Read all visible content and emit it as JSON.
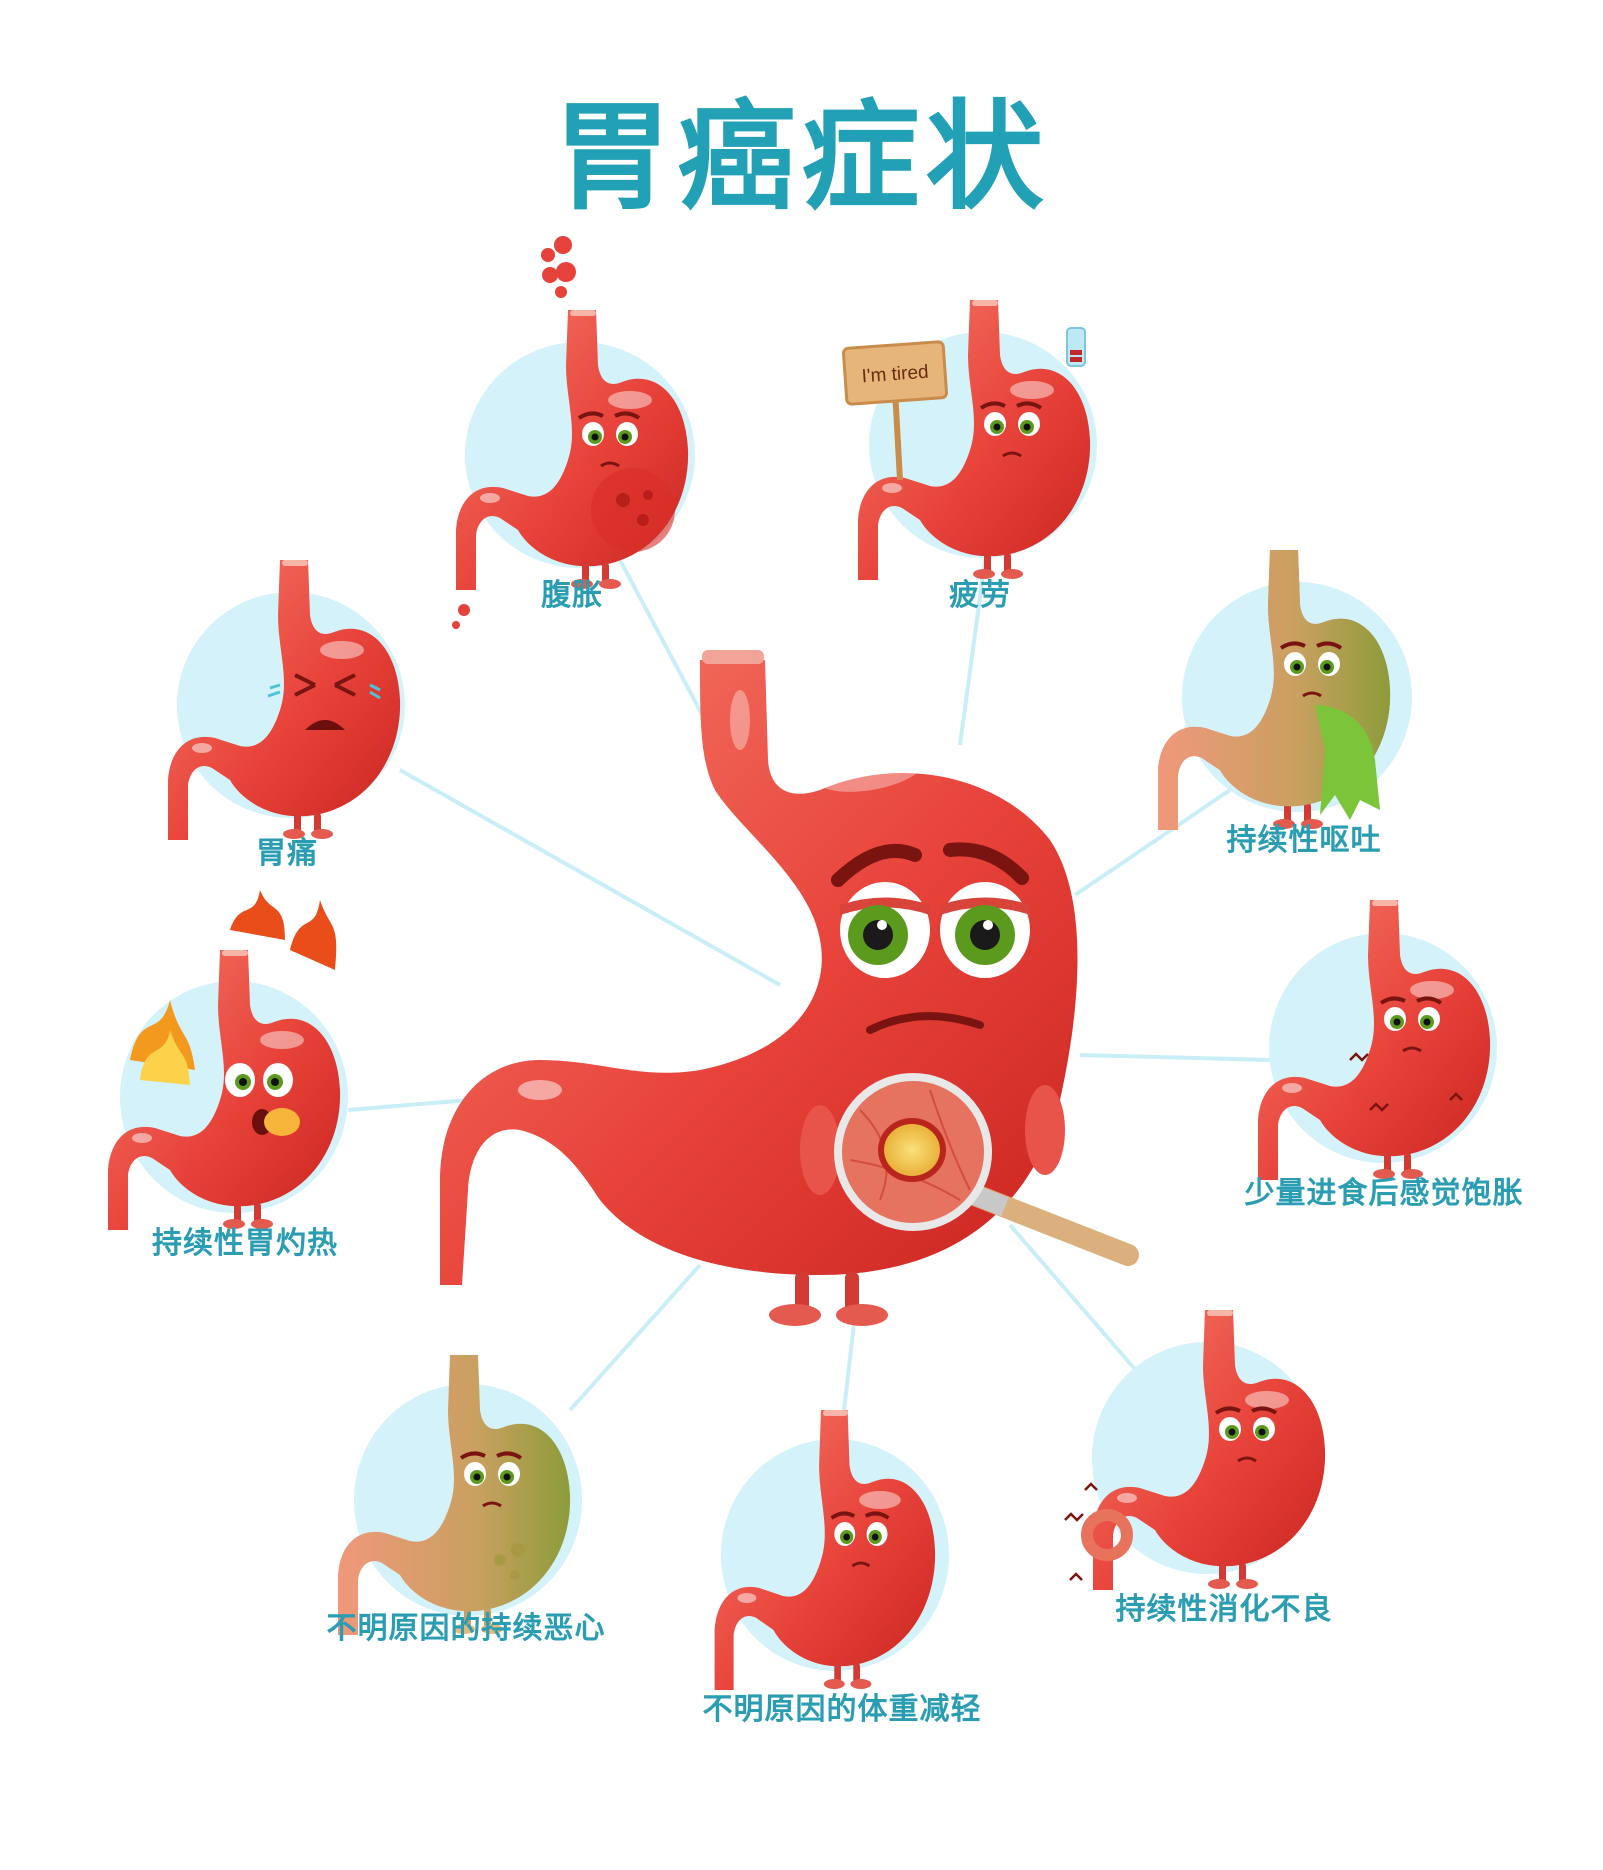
{
  "title": "胃癌症状",
  "colors": {
    "title": "#22a0b5",
    "label": "#2a9db3",
    "circle_fill": "#d4f2f9",
    "connector": "#c9eef7",
    "stomach_red": "#e8413a",
    "stomach_light": "#f26a5c",
    "stomach_dark": "#c9231f",
    "sickly_green": "#9aa646",
    "vomit_green": "#7cc43a",
    "eye_green": "#5c9a1e",
    "sign_wood": "#e5b57a"
  },
  "center_illustration": {
    "description": "sad-stomach-with-magnifying-glass",
    "magnifier_subject": "tumor"
  },
  "symptoms": [
    {
      "id": "bloating",
      "label": "腹胀",
      "illustration": "bloated-stomach-bubbles"
    },
    {
      "id": "fatigue",
      "label": "疲劳",
      "illustration": "tired-stomach-holding-sign",
      "sign_text": "I'm tired"
    },
    {
      "id": "stomach-pain",
      "label": "胃痛",
      "illustration": "crying-stomach"
    },
    {
      "id": "vomiting",
      "label": "持续性呕吐",
      "illustration": "vomiting-stomach"
    },
    {
      "id": "heartburn",
      "label": "持续性胃灼热",
      "illustration": "burning-stomach-flames"
    },
    {
      "id": "early-satiety",
      "label": "少量进食后感觉饱胀",
      "illustration": "stomach-with-cramps"
    },
    {
      "id": "nausea",
      "label": "不明原因的持续恶心",
      "illustration": "green-nauseous-stomach"
    },
    {
      "id": "weight-loss",
      "label": "不明原因的体重减轻",
      "illustration": "thin-sad-stomach"
    },
    {
      "id": "indigestion",
      "label": "持续性消化不良",
      "illustration": "stomach-with-knotted-intestine"
    }
  ]
}
